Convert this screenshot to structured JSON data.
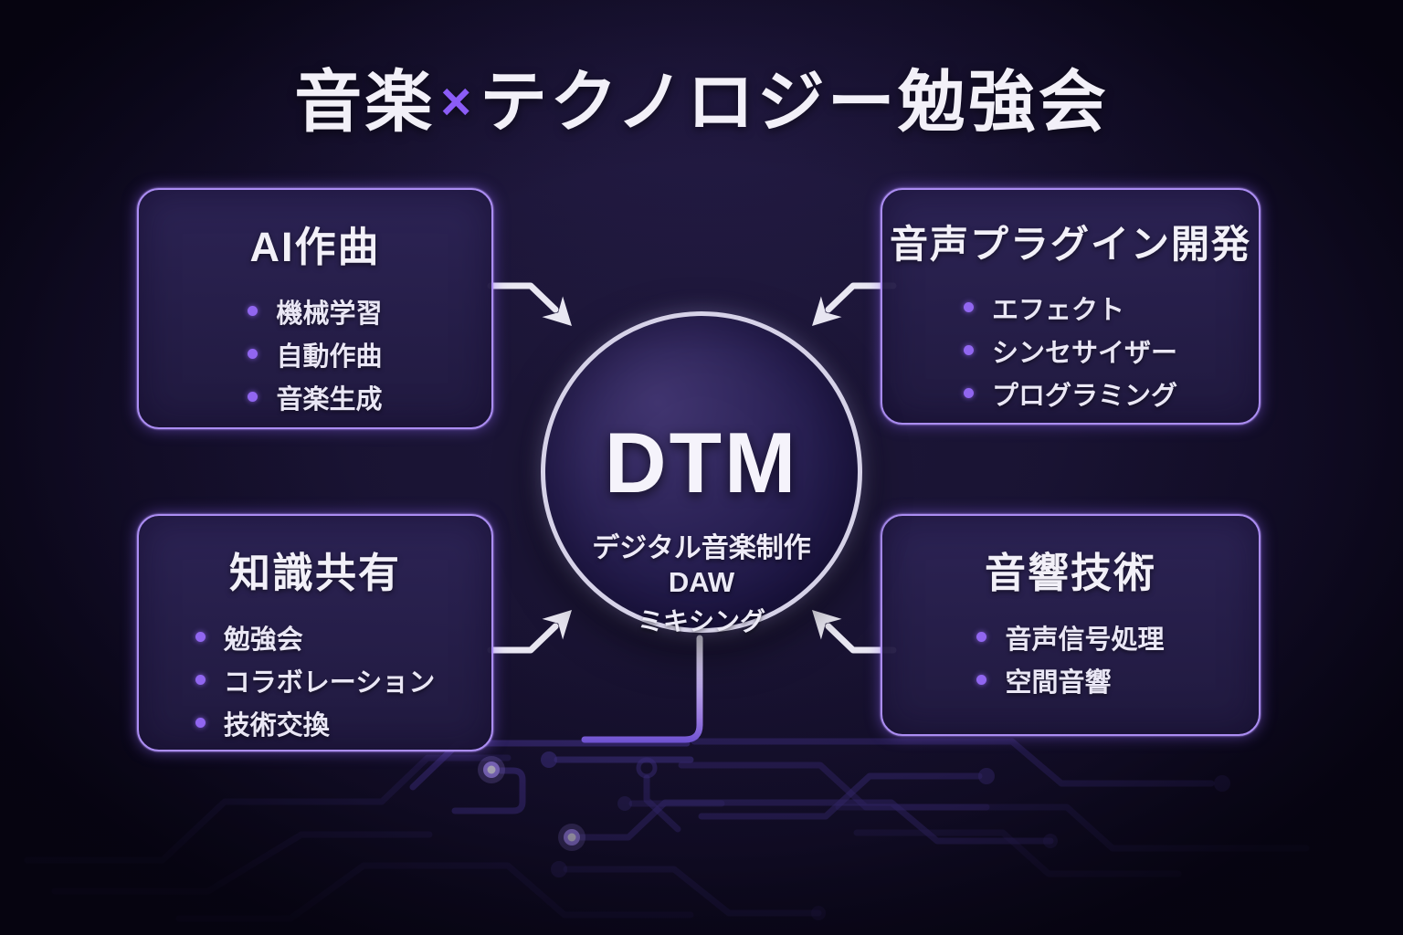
{
  "title": {
    "left": "音楽",
    "separator": "×",
    "right": "テクノロジー勉強会"
  },
  "center": {
    "acronym": "DTM",
    "line1": "デジタル音楽制作",
    "line2": "DAW",
    "line3": "ミキシング"
  },
  "boxes": [
    {
      "id": "ai-composition",
      "title": "AI作曲",
      "bullets": [
        "機械学習",
        "自動作曲",
        "音楽生成"
      ]
    },
    {
      "id": "audio-plugin-dev",
      "title": "音声プラグイン開発",
      "bullets": [
        "エフェクト",
        "シンセサイザー",
        "プログラミング"
      ]
    },
    {
      "id": "knowledge-sharing",
      "title": "知識共有",
      "bullets": [
        "勉強会",
        "コラボレーション",
        "技術交換"
      ]
    },
    {
      "id": "acoustic-technology",
      "title": "音響技術",
      "bullets": [
        "音声信号処理",
        "空間音響"
      ]
    }
  ],
  "icons": {
    "arrows": [
      "arrow-top-left",
      "arrow-top-right",
      "arrow-bottom-left",
      "arrow-bottom-right"
    ],
    "decoration": "circuit-board-pattern"
  },
  "colors": {
    "background": "#151030",
    "accent_purple": "#8b5cf6",
    "box_border": "#ab8df2",
    "bullet_dot": "#9166f0",
    "arrow": "#e9e7f2",
    "text": "#f2f0f8",
    "circuit_trace": "#4a3898",
    "circle_ring": "#d6d2e8"
  }
}
